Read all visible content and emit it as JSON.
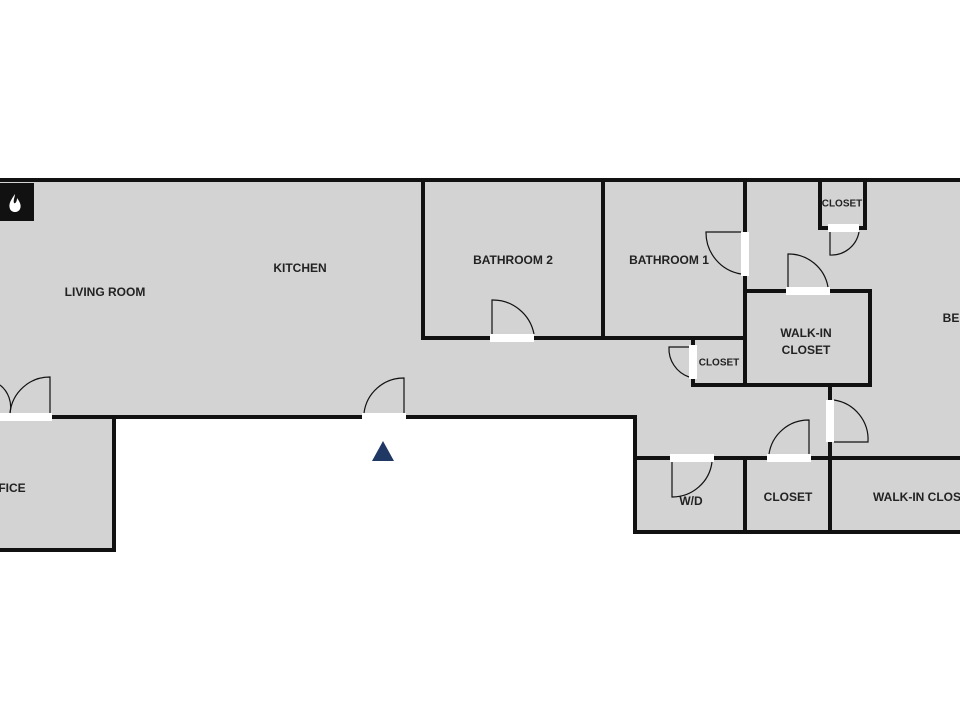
{
  "colors": {
    "floor": "#d3d3d3",
    "wall": "#111111",
    "marker": "#1f3864",
    "background": "#ffffff"
  },
  "icons": {
    "fireplace": "fireplace-icon",
    "entry": "entry-marker-icon"
  },
  "rooms": {
    "living_room": "LIVING ROOM",
    "kitchen": "KITCHEN",
    "bathroom_2": "BATHROOM 2",
    "bathroom_1": "BATHROOM 1",
    "closet_top": "CLOSET",
    "walk_in_closet_1": "WALK-IN",
    "walk_in_closet_1b": "CLOSET",
    "closet_hall": "CLOSET",
    "bedroom": "BE",
    "office": "FICE",
    "wd": "W/D",
    "closet_bottom": "CLOSET",
    "walk_in_closet_2": "WALK-IN CLOS"
  }
}
